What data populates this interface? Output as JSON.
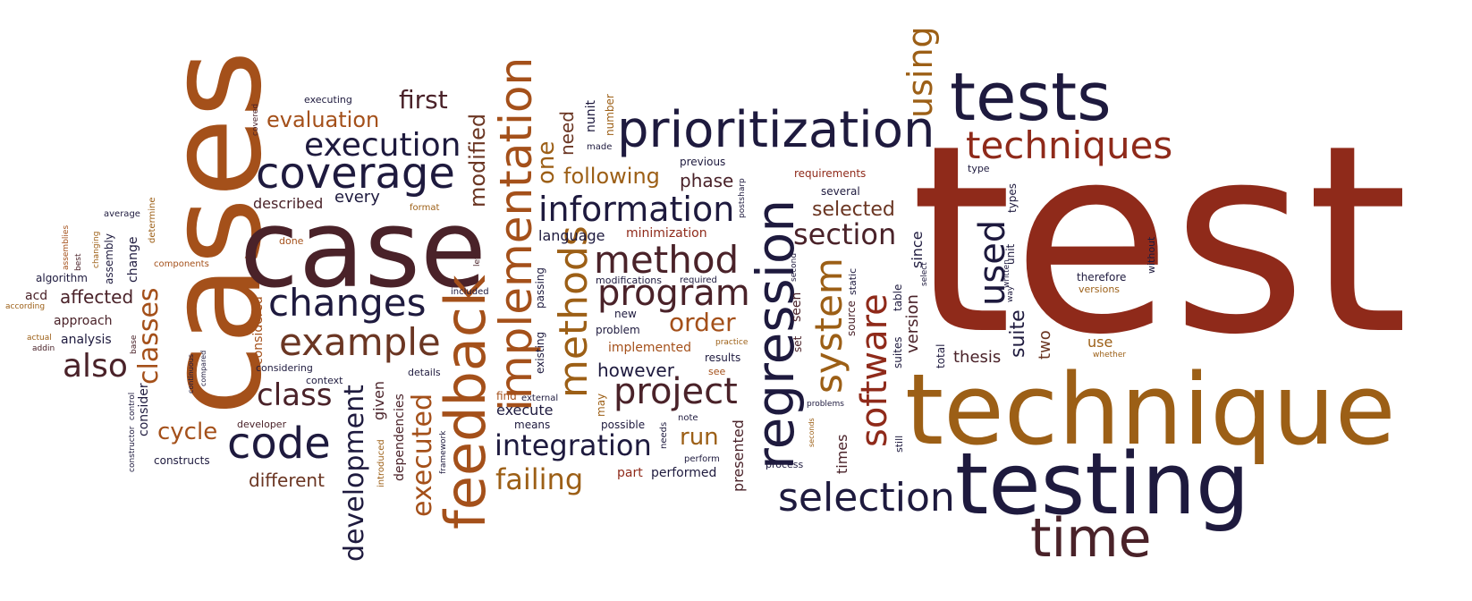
{
  "palette": {
    "dark_purple": "#2a1a3f",
    "navy": "#1e1a3e",
    "maroon": "#4a2229",
    "rust": "#8f2a1a",
    "orange": "#a4501a",
    "gold": "#9c5f16",
    "brown": "#6b3623"
  },
  "words": [
    {
      "text": "test",
      "color": "rust",
      "orientation": "horizontal"
    },
    {
      "text": "cases",
      "color": "orange",
      "orientation": "vertical"
    },
    {
      "text": "technique",
      "color": "gold",
      "orientation": "horizontal"
    },
    {
      "text": "case",
      "color": "maroon",
      "orientation": "horizontal"
    },
    {
      "text": "testing",
      "color": "navy",
      "orientation": "horizontal"
    },
    {
      "text": "tests",
      "color": "navy",
      "orientation": "horizontal"
    },
    {
      "text": "prioritization",
      "color": "navy",
      "orientation": "horizontal"
    },
    {
      "text": "regression",
      "color": "navy",
      "orientation": "vertical"
    },
    {
      "text": "techniques",
      "color": "rust",
      "orientation": "horizontal"
    },
    {
      "text": "time",
      "color": "maroon",
      "orientation": "horizontal"
    },
    {
      "text": "feedback",
      "color": "orange",
      "orientation": "vertical"
    },
    {
      "text": "implementation",
      "color": "orange",
      "orientation": "vertical"
    },
    {
      "text": "coverage",
      "color": "navy",
      "orientation": "horizontal"
    },
    {
      "text": "code",
      "color": "navy",
      "orientation": "horizontal"
    },
    {
      "text": "selection",
      "color": "navy",
      "orientation": "horizontal"
    },
    {
      "text": "example",
      "color": "brown",
      "orientation": "horizontal"
    },
    {
      "text": "changes",
      "color": "navy",
      "orientation": "horizontal"
    },
    {
      "text": "execution",
      "color": "navy",
      "orientation": "horizontal"
    },
    {
      "text": "information",
      "color": "navy",
      "orientation": "horizontal"
    },
    {
      "text": "method",
      "color": "maroon",
      "orientation": "horizontal"
    },
    {
      "text": "program",
      "color": "maroon",
      "orientation": "horizontal"
    },
    {
      "text": "project",
      "color": "maroon",
      "orientation": "horizontal"
    },
    {
      "text": "integration",
      "color": "navy",
      "orientation": "horizontal"
    },
    {
      "text": "methods",
      "color": "gold",
      "orientation": "vertical"
    },
    {
      "text": "software",
      "color": "rust",
      "orientation": "vertical"
    },
    {
      "text": "system",
      "color": "gold",
      "orientation": "vertical"
    },
    {
      "text": "using",
      "color": "gold",
      "orientation": "vertical"
    },
    {
      "text": "used",
      "color": "navy",
      "orientation": "vertical"
    },
    {
      "text": "development",
      "color": "navy",
      "orientation": "vertical"
    },
    {
      "text": "executed",
      "color": "orange",
      "orientation": "vertical"
    },
    {
      "text": "classes",
      "color": "orange",
      "orientation": "vertical"
    },
    {
      "text": "class",
      "color": "maroon",
      "orientation": "horizontal"
    },
    {
      "text": "also",
      "color": "maroon",
      "orientation": "horizontal"
    },
    {
      "text": "failing",
      "color": "gold",
      "orientation": "horizontal"
    },
    {
      "text": "section",
      "color": "maroon",
      "orientation": "horizontal"
    },
    {
      "text": "order",
      "color": "orange",
      "orientation": "horizontal"
    },
    {
      "text": "first",
      "color": "maroon",
      "orientation": "horizontal"
    },
    {
      "text": "evaluation",
      "color": "orange",
      "orientation": "horizontal"
    },
    {
      "text": "modified",
      "color": "brown",
      "orientation": "vertical"
    },
    {
      "text": "one",
      "color": "gold",
      "orientation": "vertical"
    },
    {
      "text": "following",
      "color": "gold",
      "orientation": "horizontal"
    },
    {
      "text": "selected",
      "color": "brown",
      "orientation": "horizontal"
    },
    {
      "text": "cycle",
      "color": "orange",
      "orientation": "horizontal"
    },
    {
      "text": "run",
      "color": "gold",
      "orientation": "horizontal"
    },
    {
      "text": "phase",
      "color": "maroon",
      "orientation": "horizontal"
    },
    {
      "text": "however",
      "color": "navy",
      "orientation": "horizontal"
    },
    {
      "text": "suite",
      "color": "navy",
      "orientation": "vertical"
    },
    {
      "text": "different",
      "color": "brown",
      "orientation": "horizontal"
    },
    {
      "text": "need",
      "color": "brown",
      "orientation": "vertical"
    },
    {
      "text": "affected",
      "color": "maroon",
      "orientation": "horizontal"
    },
    {
      "text": "described",
      "color": "maroon",
      "orientation": "horizontal"
    },
    {
      "text": "version",
      "color": "maroon",
      "orientation": "vertical"
    },
    {
      "text": "thesis",
      "color": "maroon",
      "orientation": "horizontal"
    },
    {
      "text": "two",
      "color": "brown",
      "orientation": "vertical"
    },
    {
      "text": "every",
      "color": "navy",
      "orientation": "horizontal"
    },
    {
      "text": "language",
      "color": "navy",
      "orientation": "horizontal"
    },
    {
      "text": "execute",
      "color": "navy",
      "orientation": "horizontal"
    },
    {
      "text": "times",
      "color": "maroon",
      "orientation": "vertical"
    },
    {
      "text": "since",
      "color": "navy",
      "orientation": "vertical"
    },
    {
      "text": "use",
      "color": "gold",
      "orientation": "horizontal"
    },
    {
      "text": "given",
      "color": "maroon",
      "orientation": "vertical"
    },
    {
      "text": "presented",
      "color": "maroon",
      "orientation": "vertical"
    },
    {
      "text": "minimization",
      "color": "rust",
      "orientation": "horizontal"
    },
    {
      "text": "implemented",
      "color": "orange",
      "orientation": "horizontal"
    },
    {
      "text": "considered",
      "color": "orange",
      "orientation": "vertical"
    },
    {
      "text": "analysis",
      "color": "navy",
      "orientation": "horizontal"
    },
    {
      "text": "approach",
      "color": "maroon",
      "orientation": "horizontal"
    },
    {
      "text": "algorithm",
      "color": "navy",
      "orientation": "horizontal"
    },
    {
      "text": "acd",
      "color": "maroon",
      "orientation": "horizontal"
    },
    {
      "text": "change",
      "color": "navy",
      "orientation": "vertical"
    },
    {
      "text": "assembly",
      "color": "navy",
      "orientation": "vertical"
    },
    {
      "text": "consider",
      "color": "navy",
      "orientation": "vertical"
    },
    {
      "text": "constructs",
      "color": "navy",
      "orientation": "horizontal"
    },
    {
      "text": "set",
      "color": "maroon",
      "orientation": "vertical"
    },
    {
      "text": "seen",
      "color": "maroon",
      "orientation": "vertical"
    },
    {
      "text": "part",
      "color": "rust",
      "orientation": "horizontal"
    },
    {
      "text": "performed",
      "color": "navy",
      "orientation": "horizontal"
    },
    {
      "text": "results",
      "color": "navy",
      "orientation": "horizontal"
    },
    {
      "text": "possible",
      "color": "navy",
      "orientation": "horizontal"
    },
    {
      "text": "means",
      "color": "navy",
      "orientation": "horizontal"
    },
    {
      "text": "find",
      "color": "orange",
      "orientation": "horizontal"
    },
    {
      "text": "new",
      "color": "navy",
      "orientation": "horizontal"
    },
    {
      "text": "problem",
      "color": "navy",
      "orientation": "horizontal"
    },
    {
      "text": "modifications",
      "color": "navy",
      "orientation": "horizontal"
    },
    {
      "text": "passing",
      "color": "navy",
      "orientation": "vertical"
    },
    {
      "text": "existing",
      "color": "navy",
      "orientation": "vertical"
    },
    {
      "text": "dependencies",
      "color": "maroon",
      "orientation": "vertical"
    },
    {
      "text": "details",
      "color": "navy",
      "orientation": "horizontal"
    },
    {
      "text": "context",
      "color": "navy",
      "orientation": "horizontal"
    },
    {
      "text": "considering",
      "color": "navy",
      "orientation": "horizontal"
    },
    {
      "text": "developer",
      "color": "maroon",
      "orientation": "horizontal"
    },
    {
      "text": "nunit",
      "color": "navy",
      "orientation": "vertical"
    },
    {
      "text": "number",
      "color": "gold",
      "orientation": "vertical"
    },
    {
      "text": "made",
      "color": "navy",
      "orientation": "horizontal"
    },
    {
      "text": "previous",
      "color": "navy",
      "orientation": "horizontal"
    },
    {
      "text": "requirements",
      "color": "rust",
      "orientation": "horizontal"
    },
    {
      "text": "several",
      "color": "navy",
      "orientation": "horizontal"
    },
    {
      "text": "type",
      "color": "navy",
      "orientation": "horizontal"
    },
    {
      "text": "types",
      "color": "navy",
      "orientation": "vertical"
    },
    {
      "text": "unit",
      "color": "navy",
      "orientation": "vertical"
    },
    {
      "text": "therefore",
      "color": "navy",
      "orientation": "horizontal"
    },
    {
      "text": "versions",
      "color": "gold",
      "orientation": "horizontal"
    },
    {
      "text": "without",
      "color": "navy",
      "orientation": "vertical"
    },
    {
      "text": "total",
      "color": "navy",
      "orientation": "vertical"
    },
    {
      "text": "suites",
      "color": "navy",
      "orientation": "vertical"
    },
    {
      "text": "still",
      "color": "navy",
      "orientation": "vertical"
    },
    {
      "text": "table",
      "color": "navy",
      "orientation": "vertical"
    },
    {
      "text": "source",
      "color": "maroon",
      "orientation": "vertical"
    },
    {
      "text": "static",
      "color": "navy",
      "orientation": "vertical"
    },
    {
      "text": "executing",
      "color": "navy",
      "orientation": "horizontal"
    },
    {
      "text": "covered",
      "color": "maroon",
      "orientation": "vertical"
    },
    {
      "text": "format",
      "color": "gold",
      "orientation": "horizontal"
    },
    {
      "text": "determine",
      "color": "gold",
      "orientation": "vertical"
    },
    {
      "text": "average",
      "color": "navy",
      "orientation": "horizontal"
    },
    {
      "text": "components",
      "color": "orange",
      "orientation": "horizontal"
    },
    {
      "text": "done",
      "color": "orange",
      "orientation": "horizontal"
    },
    {
      "text": "included",
      "color": "navy",
      "orientation": "horizontal"
    },
    {
      "text": "let",
      "color": "maroon",
      "orientation": "vertical"
    },
    {
      "text": "required",
      "color": "navy",
      "orientation": "horizontal"
    },
    {
      "text": "practice",
      "color": "gold",
      "orientation": "horizontal"
    },
    {
      "text": "see",
      "color": "orange",
      "orientation": "horizontal"
    },
    {
      "text": "note",
      "color": "navy",
      "orientation": "horizontal"
    },
    {
      "text": "perform",
      "color": "navy",
      "orientation": "horizontal"
    },
    {
      "text": "needs",
      "color": "navy",
      "orientation": "vertical"
    },
    {
      "text": "may",
      "color": "gold",
      "orientation": "vertical"
    },
    {
      "text": "external",
      "color": "navy",
      "orientation": "horizontal"
    },
    {
      "text": "introduced",
      "color": "gold",
      "orientation": "vertical"
    },
    {
      "text": "framework",
      "color": "navy",
      "orientation": "vertical"
    },
    {
      "text": "process",
      "color": "navy",
      "orientation": "horizontal"
    },
    {
      "text": "problems",
      "color": "navy",
      "orientation": "horizontal"
    },
    {
      "text": "seconds",
      "color": "gold",
      "orientation": "vertical"
    },
    {
      "text": "second",
      "color": "navy",
      "orientation": "vertical"
    },
    {
      "text": "postsharp",
      "color": "navy",
      "orientation": "vertical"
    },
    {
      "text": "select",
      "color": "navy",
      "orientation": "vertical"
    },
    {
      "text": "written",
      "color": "navy",
      "orientation": "vertical"
    },
    {
      "text": "way",
      "color": "navy",
      "orientation": "vertical"
    },
    {
      "text": "whether",
      "color": "gold",
      "orientation": "horizontal"
    },
    {
      "text": "best",
      "color": "maroon",
      "orientation": "vertical"
    },
    {
      "text": "changing",
      "color": "gold",
      "orientation": "vertical"
    },
    {
      "text": "assemblies",
      "color": "orange",
      "orientation": "vertical"
    },
    {
      "text": "according",
      "color": "gold",
      "orientation": "horizontal"
    },
    {
      "text": "actual",
      "color": "gold",
      "orientation": "horizontal"
    },
    {
      "text": "addin",
      "color": "maroon",
      "orientation": "horizontal"
    },
    {
      "text": "base",
      "color": "maroon",
      "orientation": "vertical"
    },
    {
      "text": "control",
      "color": "navy",
      "orientation": "vertical"
    },
    {
      "text": "constructor",
      "color": "navy",
      "orientation": "vertical"
    },
    {
      "text": "continuous",
      "color": "navy",
      "orientation": "vertical"
    },
    {
      "text": "compared",
      "color": "navy",
      "orientation": "vertical"
    }
  ]
}
